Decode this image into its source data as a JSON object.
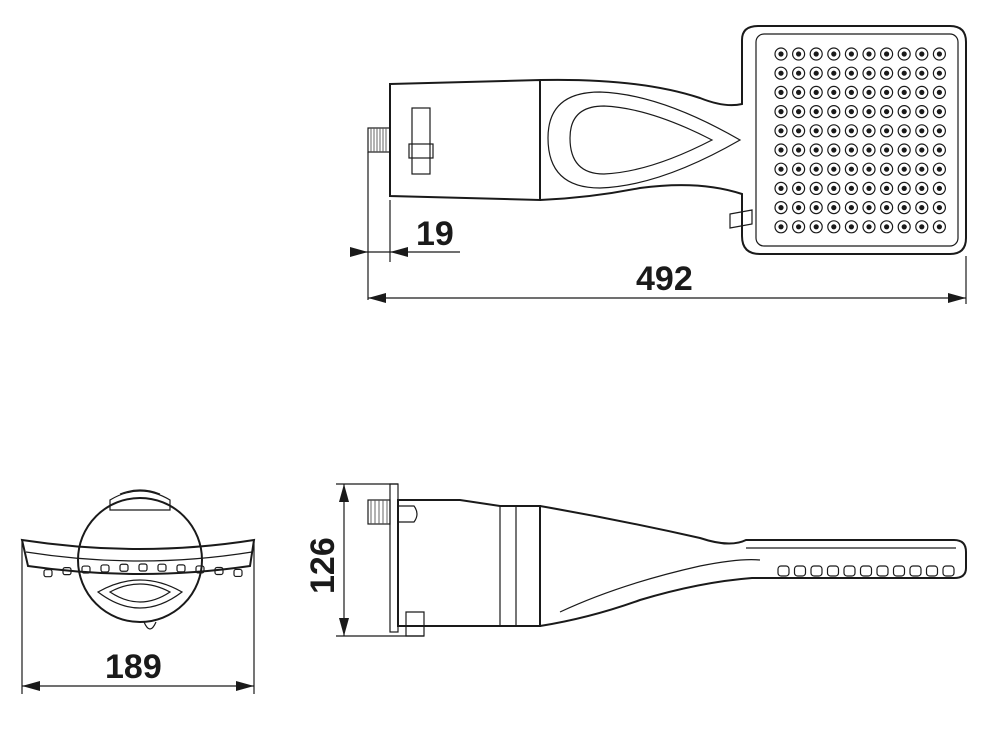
{
  "dimensions": {
    "total_length": "492",
    "connector_length": "19",
    "height": "126",
    "width": "189"
  },
  "colors": {
    "line": "#1a1a1a",
    "background": "#ffffff"
  }
}
